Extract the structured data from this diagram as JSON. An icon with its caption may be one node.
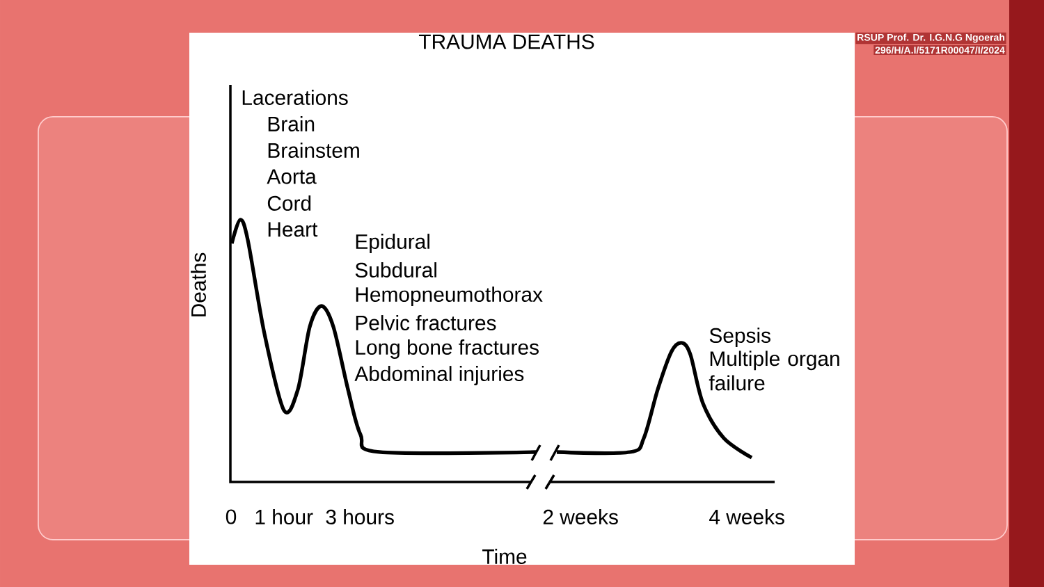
{
  "diagram": {
    "title": "TRAUMA DEATHS",
    "labels": [
      "RSUP Prof. Dr. I.G.N.G Ngoerah",
      "296/H/A.I/5171R00047/I/2024",
      "Lacerations",
      "Brain",
      "Brainstem",
      "Aorta",
      "Cord",
      "Heart",
      "Epidural",
      "Subdural",
      "Hemopneumothorax",
      "Pelvic fractures",
      "Long bone fractures",
      "Abdominal injuries",
      "Sepsis",
      "Multiple organ failure",
      "Deaths",
      "0",
      "1 hour",
      "3 hours",
      "2 weeks",
      "4 weeks",
      "Time"
    ]
  }
}
